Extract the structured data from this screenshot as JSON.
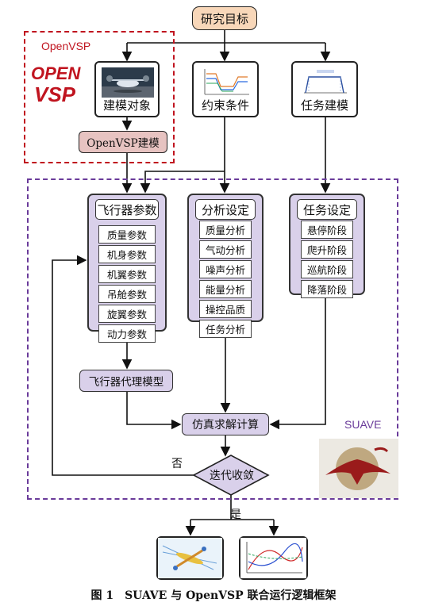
{
  "goal": "研究目标",
  "openvsp": {
    "frame_title": "OpenVSP",
    "logo_line1": "OPEN",
    "logo_line2": "VSP",
    "modeling_caption": "建模对象",
    "build_label": "OpenVSP建模"
  },
  "constraints_caption": "约束条件",
  "mission_caption": "任务建模",
  "suave_label": "SUAVE",
  "panels": {
    "aircraft": {
      "title": "飞行器参数",
      "items": [
        "质量参数",
        "机身参数",
        "机翼参数",
        "吊舱参数",
        "旋翼参数",
        "动力参数"
      ]
    },
    "analysis": {
      "title": "分析设定",
      "items": [
        "质量分析",
        "气动分析",
        "噪声分析",
        "能量分析",
        "操控品质",
        "任务分析"
      ]
    },
    "mission": {
      "title": "任务设定",
      "items": [
        "悬停阶段",
        "爬升阶段",
        "巡航阶段",
        "降落阶段"
      ]
    }
  },
  "proxy_model": "飞行器代理模型",
  "solver": "仿真求解计算",
  "convergence": "迭代收敛",
  "branch_yes": "是",
  "branch_no": "否",
  "figure_caption": "图 1　SUAVE 与 OpenVSP 联合运行逻辑框架",
  "colors": {
    "goal_fill": "#f8d7b9",
    "openvsp_fill": "#e7c3c1",
    "openvsp_frame": "#c0141f",
    "suave_fill": "#d9d0ea",
    "suave_frame": "#6a3b9a"
  }
}
